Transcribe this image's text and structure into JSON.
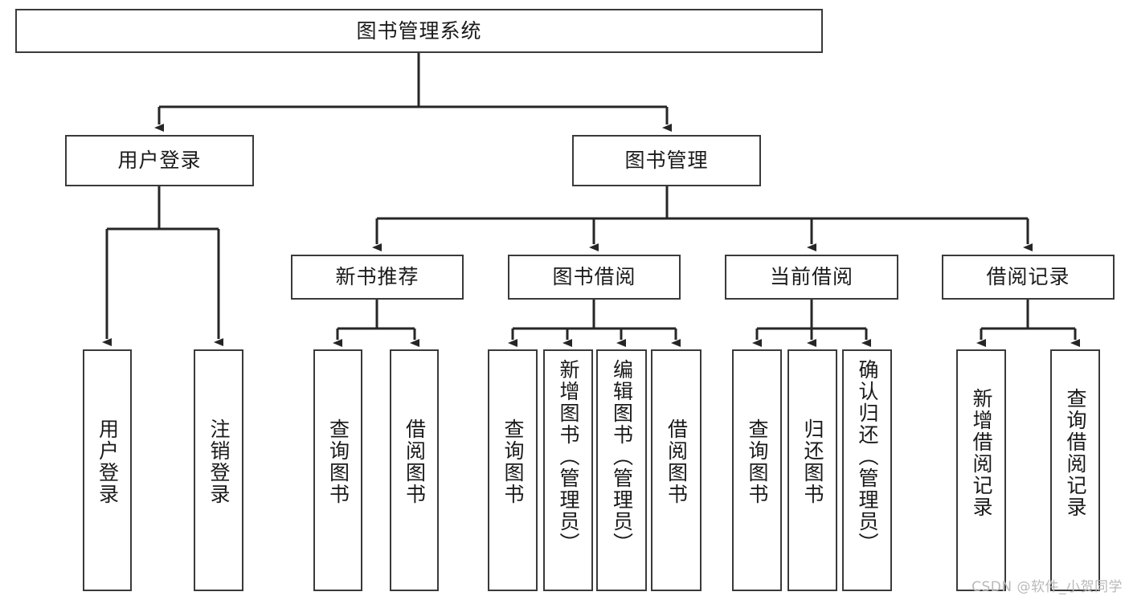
{
  "diagram": {
    "title": "图书管理系统",
    "type": "tree-hierarchy-diagram",
    "watermark": "CSDN @软件_小贺同学",
    "colors": {
      "box_border": "#3a3a3a",
      "box_fill": "#ffffff",
      "edge": "#262626",
      "text": "#1a1a1a",
      "watermark": "#b9b9b9"
    },
    "root": {
      "label": "图书管理系统"
    },
    "level2": [
      {
        "label": "用户登录"
      },
      {
        "label": "图书管理"
      }
    ],
    "level3": [
      {
        "label": "新书推荐"
      },
      {
        "label": "图书借阅"
      },
      {
        "label": "当前借阅"
      },
      {
        "label": "借阅记录"
      }
    ],
    "leaves": {
      "user_login": [
        {
          "label": "用户登录"
        },
        {
          "label": "注销登录"
        }
      ],
      "new_book_recommend": [
        {
          "label": "查询图书"
        },
        {
          "label": "借阅图书"
        }
      ],
      "book_borrow": [
        {
          "label": "查询图书"
        },
        {
          "label": "新增图书（管理员）"
        },
        {
          "label": "编辑图书（管理员）"
        },
        {
          "label": "借阅图书"
        }
      ],
      "current_borrow": [
        {
          "label": "查询图书"
        },
        {
          "label": "归还图书"
        },
        {
          "label": "确认归还（管理员）"
        }
      ],
      "borrow_record": [
        {
          "label": "新增借阅记录"
        },
        {
          "label": "查询借阅记录"
        }
      ]
    }
  }
}
